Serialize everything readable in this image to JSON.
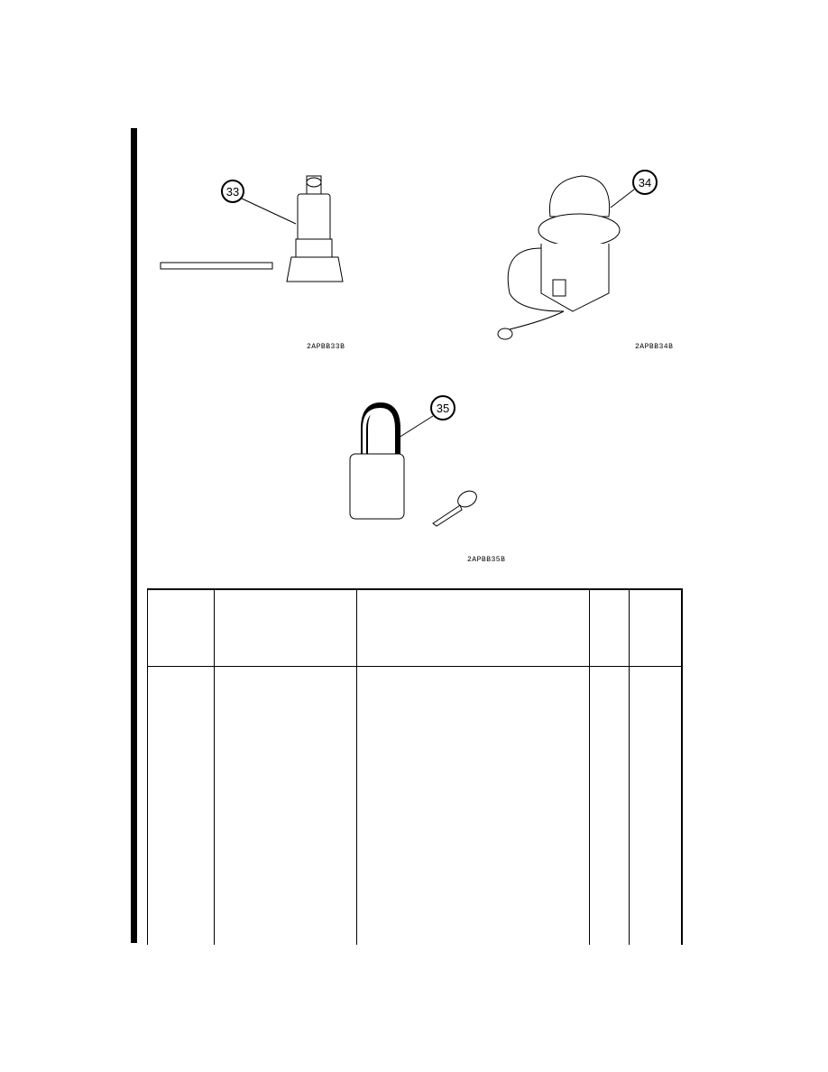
{
  "figures": [
    {
      "callout": "33",
      "code": "2APBB33B"
    },
    {
      "callout": "34",
      "code": "2APBB34B"
    },
    {
      "callout": "35",
      "code": "2APBB35B"
    }
  ]
}
